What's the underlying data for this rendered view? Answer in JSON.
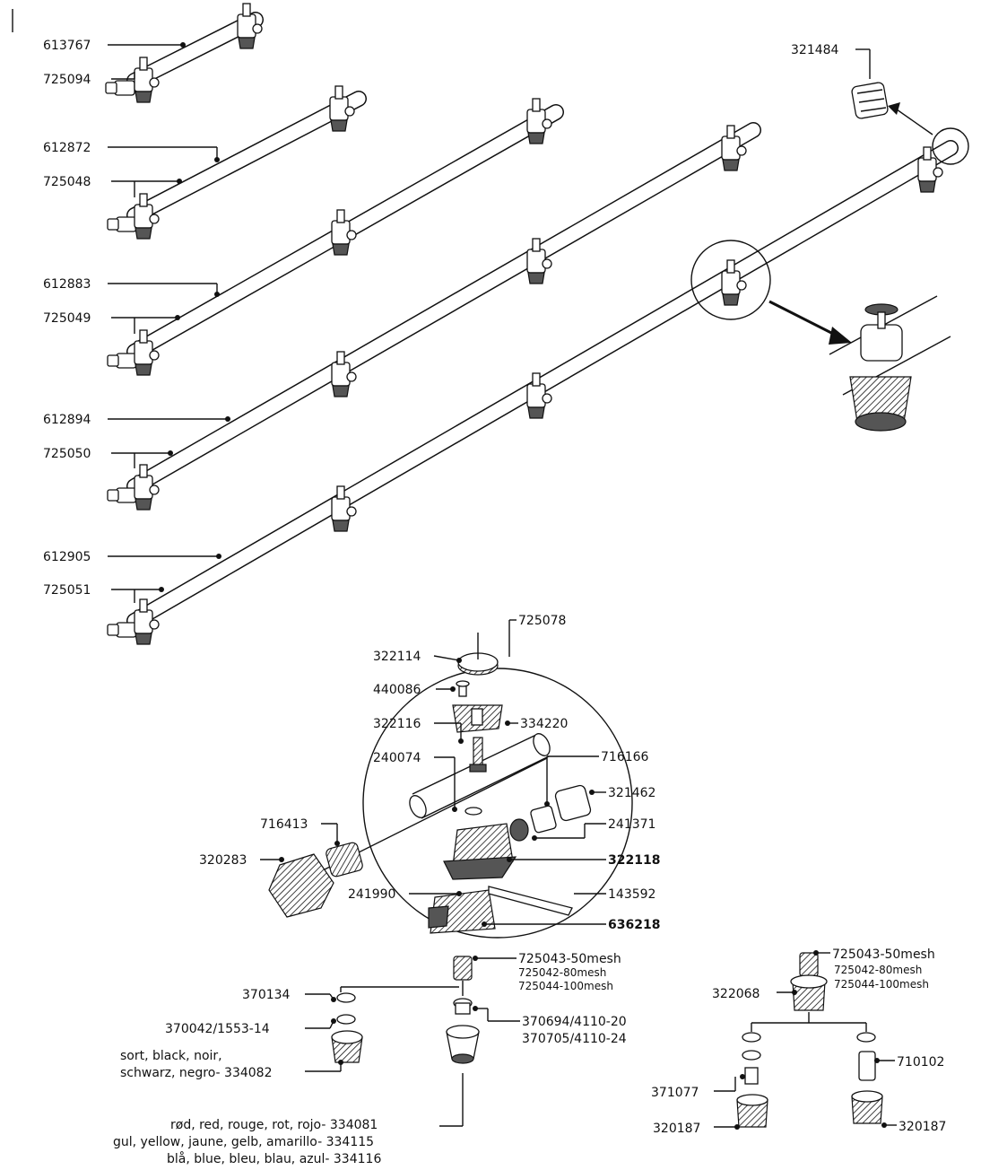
{
  "booms": {
    "b1_pipe": "613767",
    "b1_inlet": "725094",
    "b2_pipe": "612872",
    "b2_inlet": "725048",
    "b3_pipe": "612883",
    "b3_inlet": "725049",
    "b4_pipe": "612894",
    "b4_inlet": "725050",
    "b5_pipe": "612905",
    "b5_inlet": "725051",
    "end_plug": "321484"
  },
  "nozzle_body": {
    "assembly": "725078",
    "p322114": "322114",
    "p440086": "440086",
    "p322116": "322116",
    "p334220": "334220",
    "p240074": "240074",
    "p716166": "716166",
    "p321462": "321462",
    "p716413": "716413",
    "p241371": "241371",
    "p320283": "320283",
    "p322118": "322118",
    "p241990": "241990",
    "p143592": "143592",
    "p636218": "636218"
  },
  "filters": {
    "mesh50": "725043-50mesh",
    "mesh80": "725042-80mesh",
    "mesh100": "725044-100mesh"
  },
  "nozzles": {
    "p370134": "370134",
    "p370042": "370042/1553-14",
    "p370694": "370694/4110-20",
    "p370705": "370705/4110-24",
    "black_line1": "sort, black, noir,",
    "black_line2": "schwarz, negro- 334082",
    "red": "rød, red, rouge, rot, rojo- 334081",
    "yellow": "gul, yellow, jaune, gelb, amarillo- 334115",
    "blue": "blå, blue, bleu, blau, azul- 334116"
  },
  "adapter": {
    "mesh50": "725043-50mesh",
    "mesh80": "725042-80mesh",
    "mesh100": "725044-100mesh",
    "p322068": "322068",
    "p710102": "710102",
    "p371077": "371077",
    "p320187_left": "320187",
    "p320187_right": "320187"
  },
  "colors": {
    "ink": "#111111",
    "background": "#ffffff"
  }
}
